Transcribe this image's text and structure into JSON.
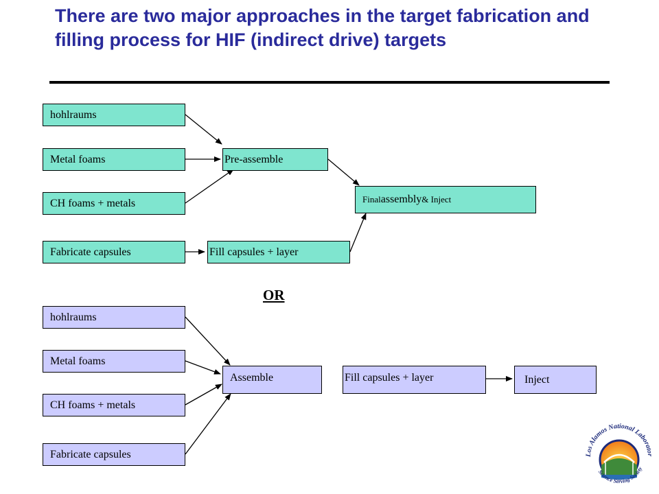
{
  "title": "There are two major approaches in the target fabrication and filling process for HIF (indirect drive) targets",
  "approach1": {
    "hohlraums": "hohlraums",
    "metal_foams": "Metal foams",
    "ch_foams": "CH foams + metals",
    "fabricate_capsules": "Fabricate capsules",
    "pre_assemble": "Pre-assemble",
    "fill_capsules": "Fill capsules + layer",
    "final_part1": "Final ",
    "final_part2": "assembly",
    "final_part3": " & Inject"
  },
  "separator": "OR",
  "approach2": {
    "hohlraums": "hohlraums",
    "metal_foams": "Metal foams",
    "ch_foams": "CH foams + metals",
    "fabricate_capsules": "Fabricate capsules",
    "assemble": "Assemble",
    "fill_capsules": "Fill capsules + layer",
    "inject": "Inject"
  },
  "colors": {
    "title": "#2a2b9b",
    "approach1_box": "#7fe5cf",
    "approach2_box": "#ccccff"
  },
  "logo": {
    "top_text": "Los Alamos National Laboratory",
    "bottom_text": "Science Serving Society"
  }
}
